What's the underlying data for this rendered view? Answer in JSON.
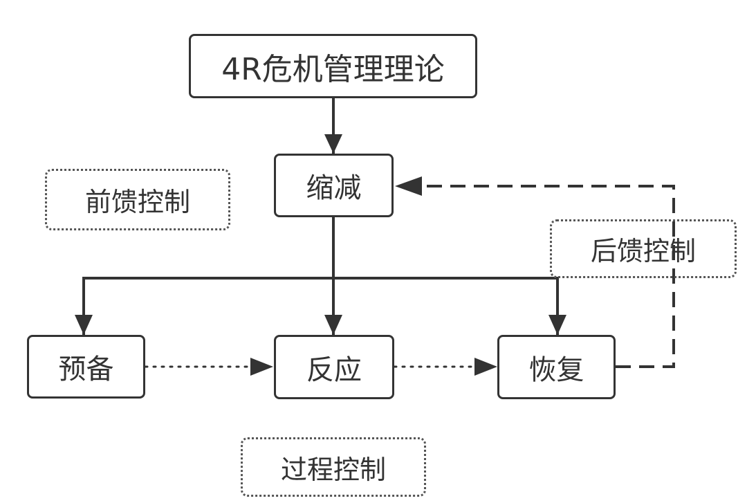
{
  "nodes": {
    "root": "4R危机管理理论",
    "reduction": "缩减",
    "readiness": "预备",
    "response": "反应",
    "recovery": "恢复"
  },
  "labels": {
    "feedforward": "前馈控制",
    "feedback": "后馈控制",
    "process": "过程控制"
  },
  "colors": {
    "stroke": "#333333",
    "text": "#333333"
  }
}
